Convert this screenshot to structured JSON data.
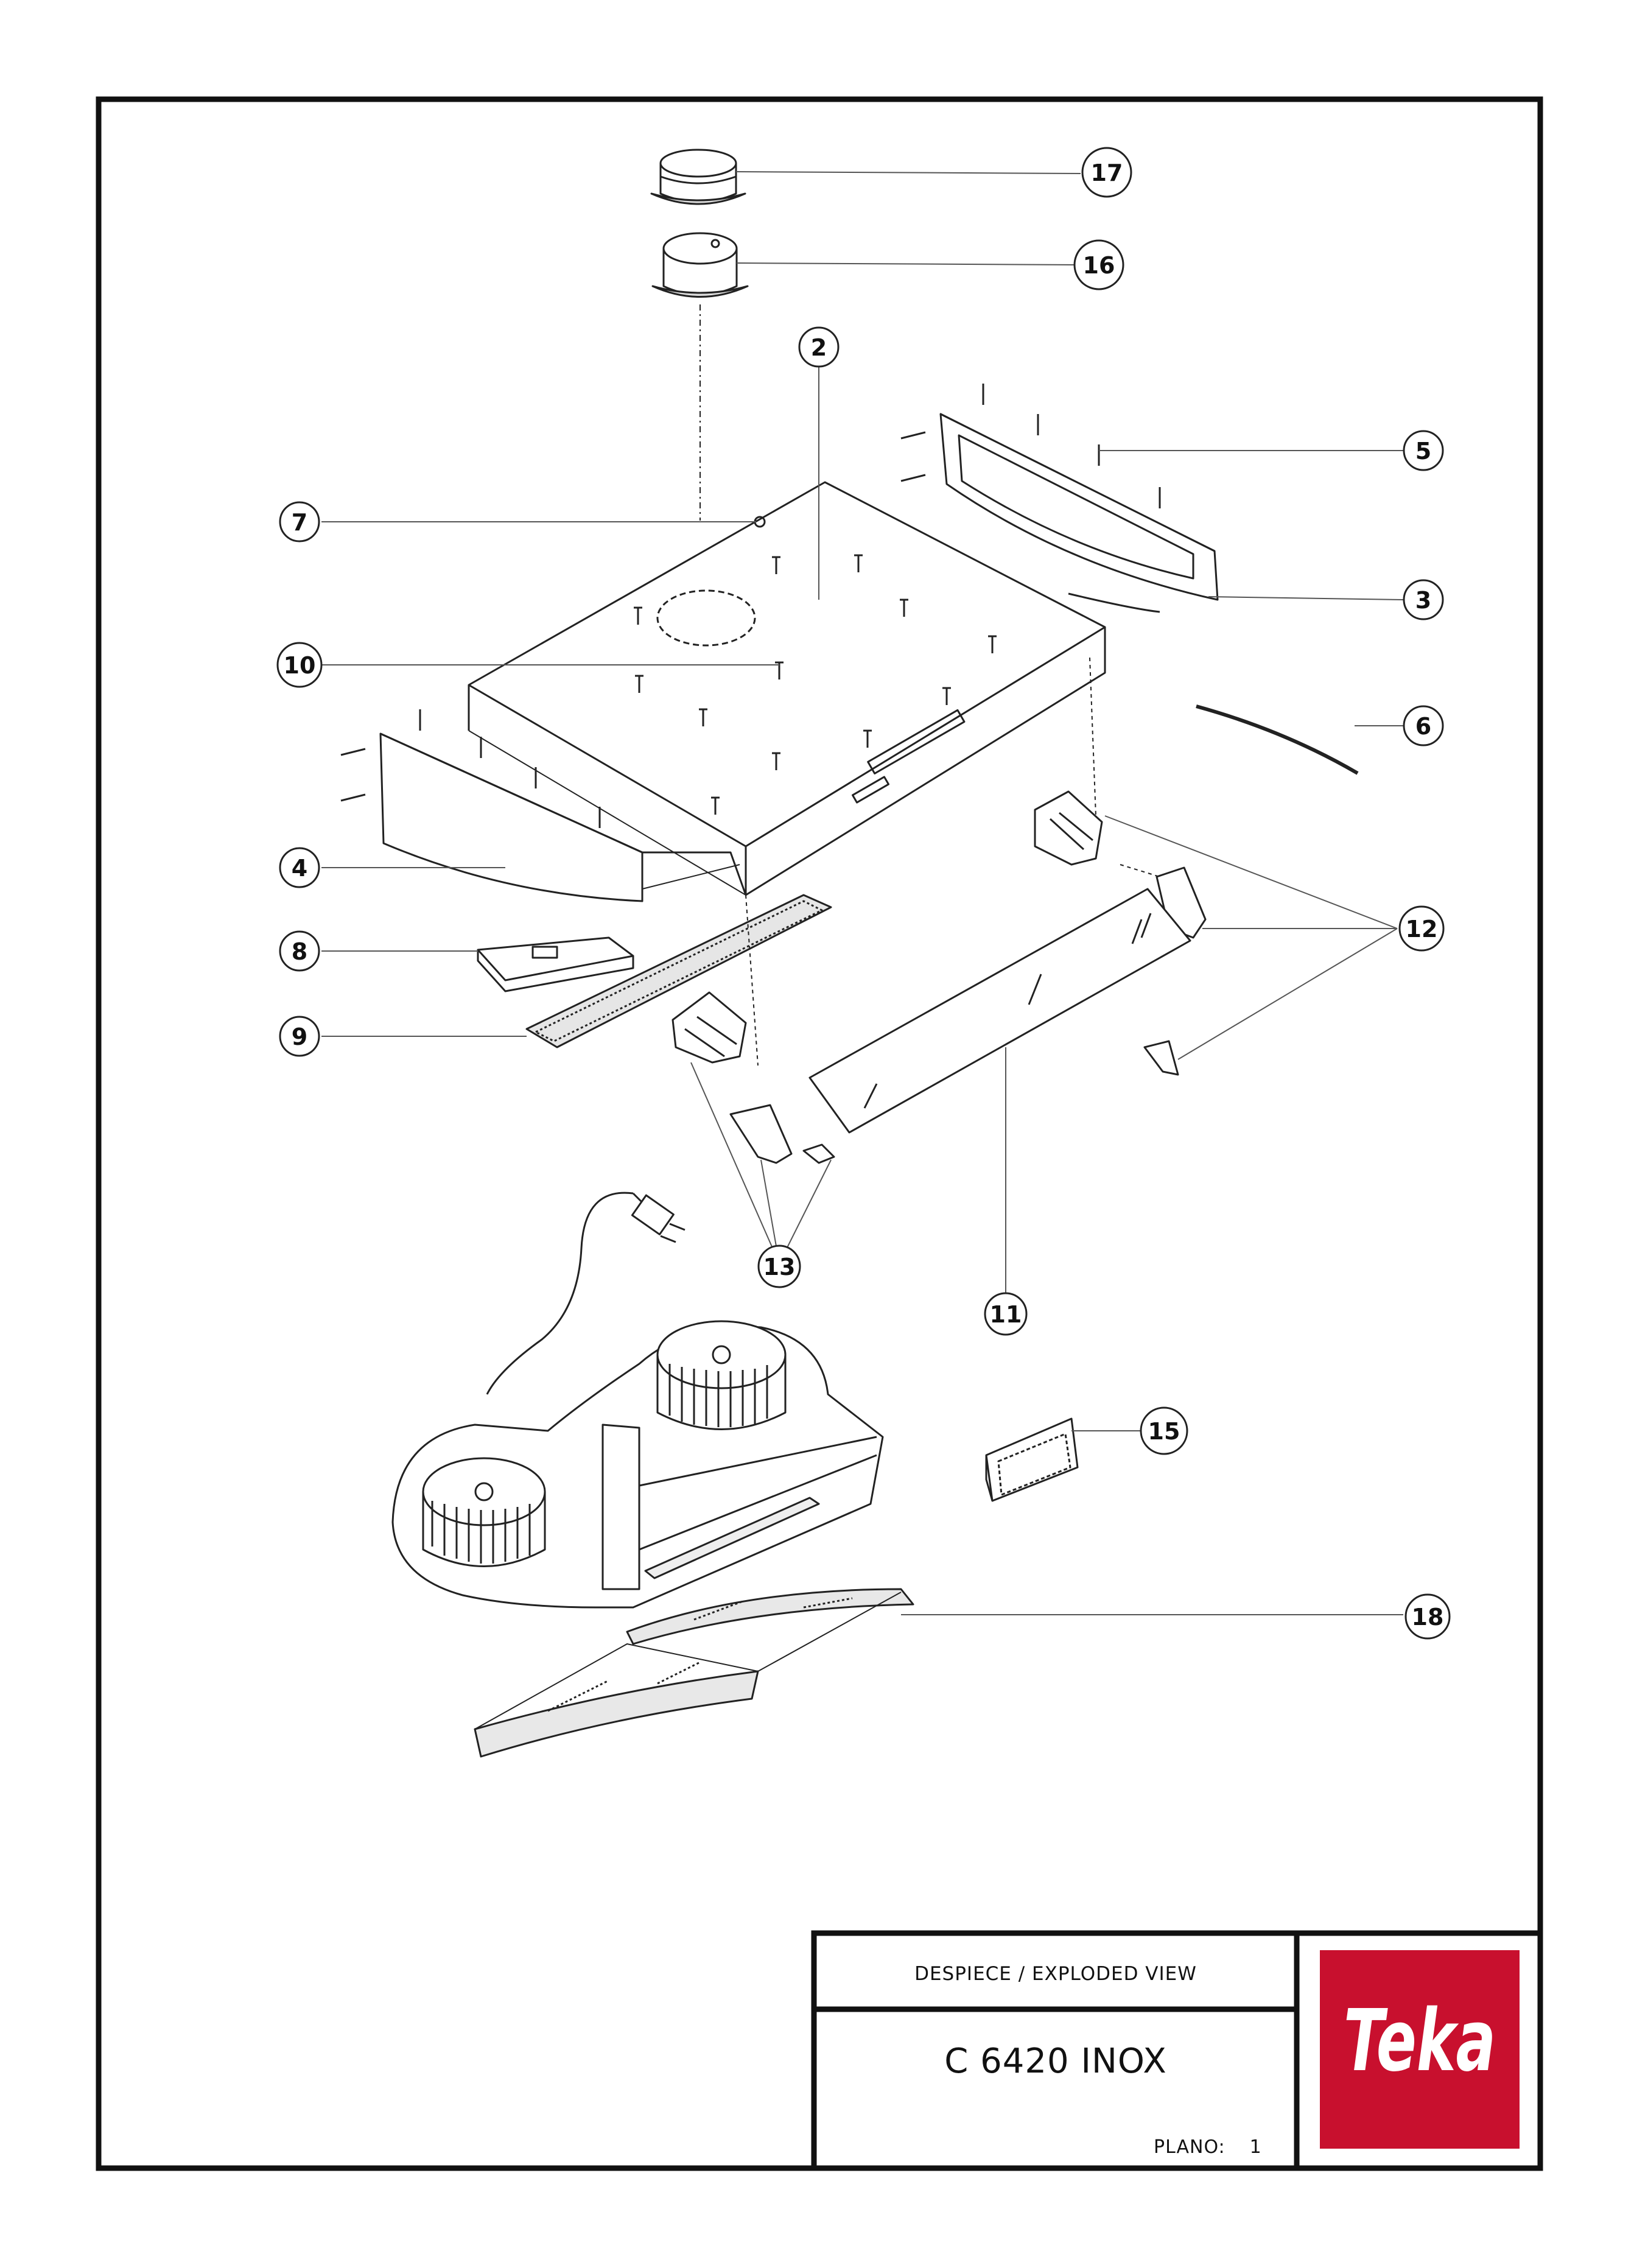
{
  "title_block": {
    "view_label": "DESPIECE / EXPLODED VIEW",
    "model": "C 6420 INOX",
    "plano_label": "PLANO:",
    "plano_number": "1"
  },
  "logo": {
    "text": "Teka",
    "color": "#c8102e"
  },
  "callouts": [
    "17",
    "16",
    "2",
    "5",
    "7",
    "3",
    "10",
    "6",
    "4",
    "12",
    "8",
    "9",
    "13",
    "11",
    "15",
    "18"
  ],
  "colors": {
    "line": "#111111",
    "paper": "#ffffff",
    "brand": "#c8102e"
  }
}
